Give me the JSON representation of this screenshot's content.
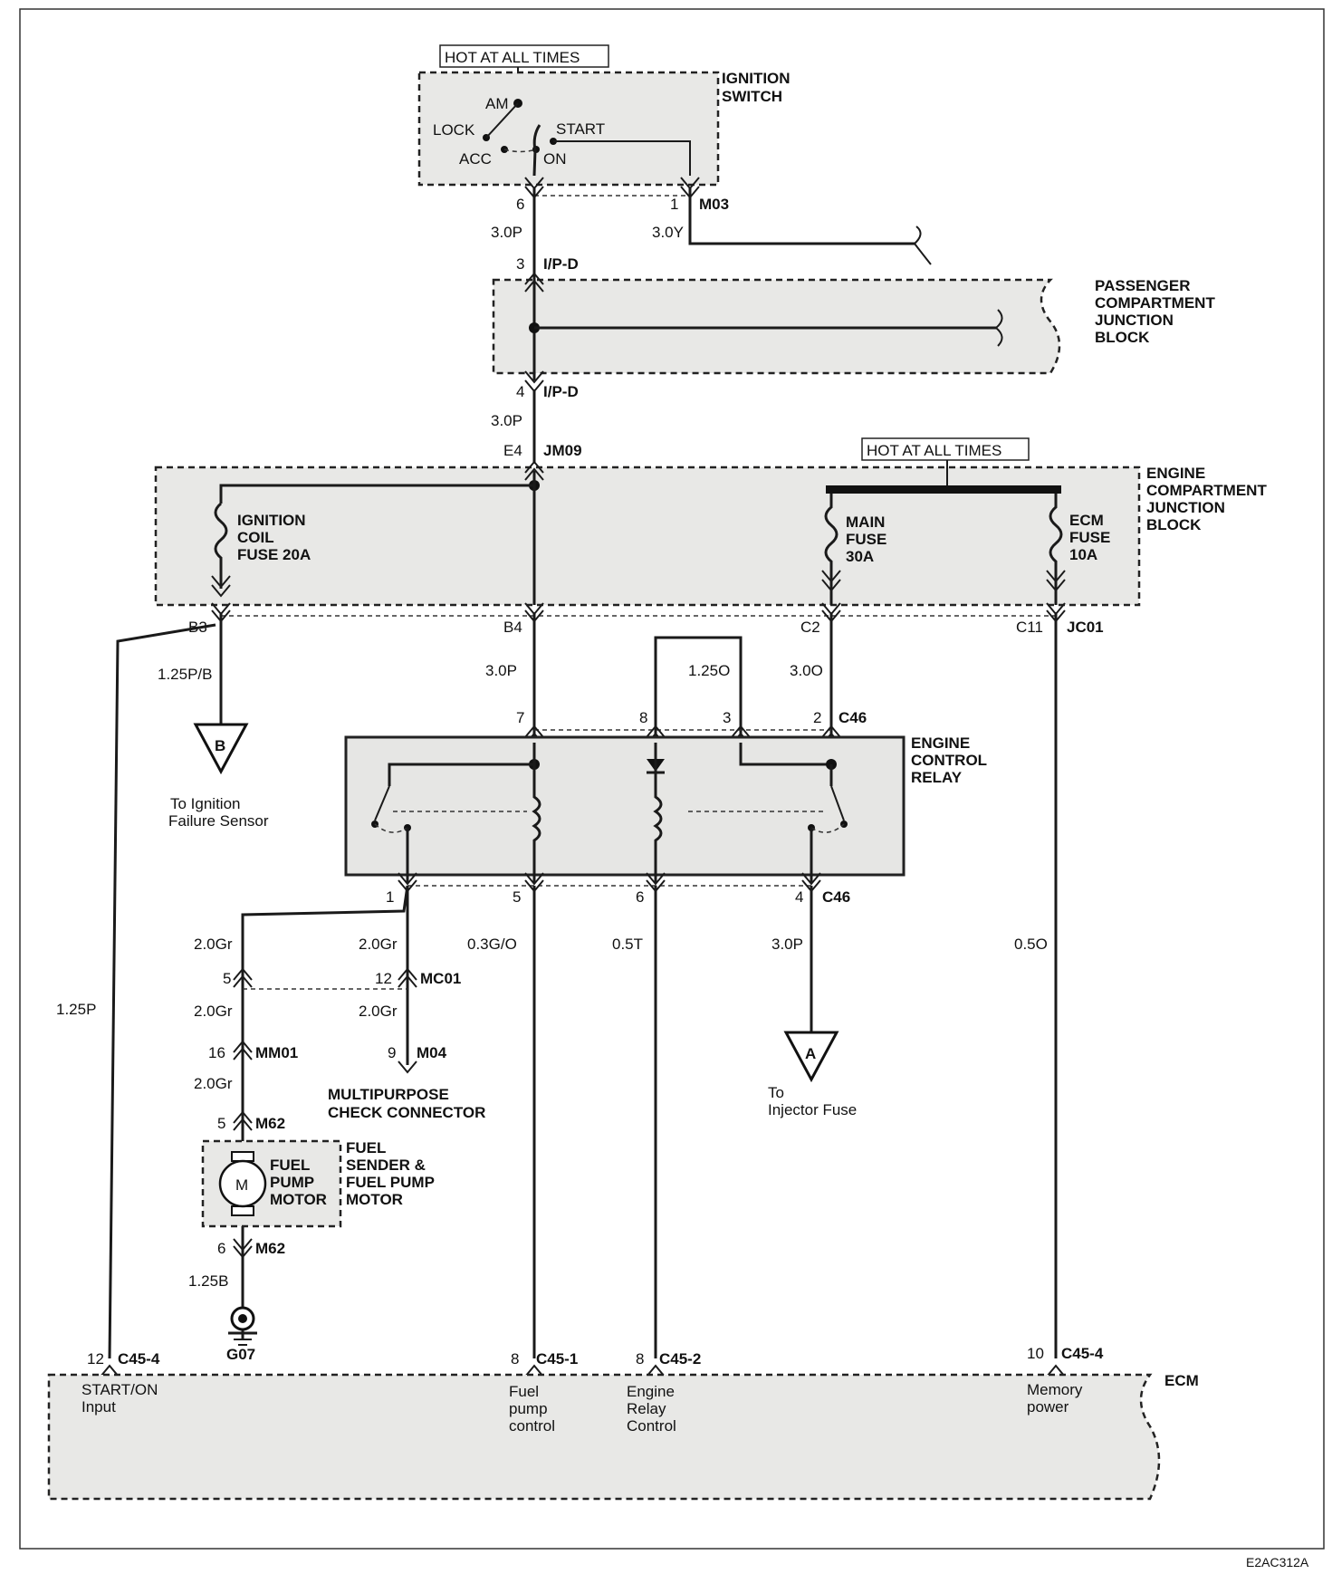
{
  "diagram_id": "E2AC312A",
  "hot_at_all_times": "HOT AT ALL TIMES",
  "ignition_switch": {
    "title_l1": "IGNITION",
    "title_l2": "SWITCH",
    "positions": {
      "am": "AM",
      "lock": "LOCK",
      "start": "START",
      "acc": "ACC",
      "on": "ON"
    },
    "pin_6": "6",
    "pin_1": "1",
    "connector_m03": "M03"
  },
  "wires": {
    "w_30p_a": "3.0P",
    "w_30y": "3.0Y",
    "w_30p_b": "3.0P",
    "w_125pb": "1.25P/B",
    "w_30p_c": "3.0P",
    "w_125o": "1.25O",
    "w_30o": "3.0O",
    "w_20gr_a": "2.0Gr",
    "w_20gr_b": "2.0Gr",
    "w_20gr_c": "2.0Gr",
    "w_20gr_d": "2.0Gr",
    "w_20gr_e": "2.0Gr",
    "w_03go": "0.3G/O",
    "w_05t": "0.5T",
    "w_30p_d": "3.0P",
    "w_05o": "0.5O",
    "w_125p": "1.25P",
    "w_125b": "1.25B"
  },
  "pjb": {
    "title_l1": "PASSENGER",
    "title_l2": "COMPARTMENT",
    "title_l3": "JUNCTION",
    "title_l4": "BLOCK",
    "pin_3": "3",
    "pin_4": "4",
    "connector": "I/P-D"
  },
  "ejb": {
    "title_l1": "ENGINE",
    "title_l2": "COMPARTMENT",
    "title_l3": "JUNCTION",
    "title_l4": "BLOCK",
    "pin_e4": "E4",
    "connector_jm09": "JM09",
    "ign_fuse_l1": "IGNITION",
    "ign_fuse_l2": "COIL",
    "ign_fuse_l3": "FUSE 20A",
    "main_fuse_l1": "MAIN",
    "main_fuse_l2": "FUSE",
    "main_fuse_l3": "30A",
    "ecm_fuse_l1": "ECM",
    "ecm_fuse_l2": "FUSE",
    "ecm_fuse_l3": "10A",
    "pin_b3": "B3",
    "pin_b4": "B4",
    "pin_c2": "C2",
    "pin_c11": "C11",
    "connector_jc01": "JC01"
  },
  "relay": {
    "title_l1": "ENGINE",
    "title_l2": "CONTROL",
    "title_l3": "RELAY",
    "pin_7": "7",
    "pin_8": "8",
    "pin_3": "3",
    "pin_2": "2",
    "connector_top": "C46",
    "pin_1": "1",
    "pin_5": "5",
    "pin_6": "6",
    "pin_4": "4",
    "connector_bottom": "C46"
  },
  "ref_b": {
    "letter": "B",
    "label_l1": "To Ignition",
    "label_l2": "Failure Sensor"
  },
  "ref_a": {
    "letter": "A",
    "label_l1": "To",
    "label_l2": "Injector Fuse"
  },
  "mc01": {
    "pin_5": "5",
    "pin_12": "12",
    "connector": "MC01"
  },
  "mm01": {
    "pin": "16",
    "connector": "MM01"
  },
  "m62": {
    "pin_top": "5",
    "pin_bottom": "6",
    "connector_top": "M62",
    "connector_bottom": "M62"
  },
  "m04": {
    "pin": "9",
    "connector": "M04",
    "title_l1": "MULTIPURPOSE",
    "title_l2": "CHECK CONNECTOR"
  },
  "fuel_pump": {
    "motor_symbol": "M",
    "inner_l1": "FUEL",
    "inner_l2": "PUMP",
    "inner_l3": "MOTOR",
    "title_l1": "FUEL",
    "title_l2": "SENDER &",
    "title_l3": "FUEL PUMP",
    "title_l4": "MOTOR"
  },
  "ground": {
    "label": "G07"
  },
  "ecm": {
    "title": "ECM",
    "c1_pin": "12",
    "c1_conn": "C45-4",
    "c1_l1": "START/ON",
    "c1_l2": "Input",
    "c2_pin": "8",
    "c2_conn": "C45-1",
    "c2_l1": "Fuel",
    "c2_l2": "pump",
    "c2_l3": "control",
    "c3_pin": "8",
    "c3_conn": "C45-2",
    "c3_l1": "Engine",
    "c3_l2": "Relay",
    "c3_l3": "Control",
    "c4_pin": "10",
    "c4_conn": "C45-4",
    "c4_l1": "Memory",
    "c4_l2": "power"
  }
}
